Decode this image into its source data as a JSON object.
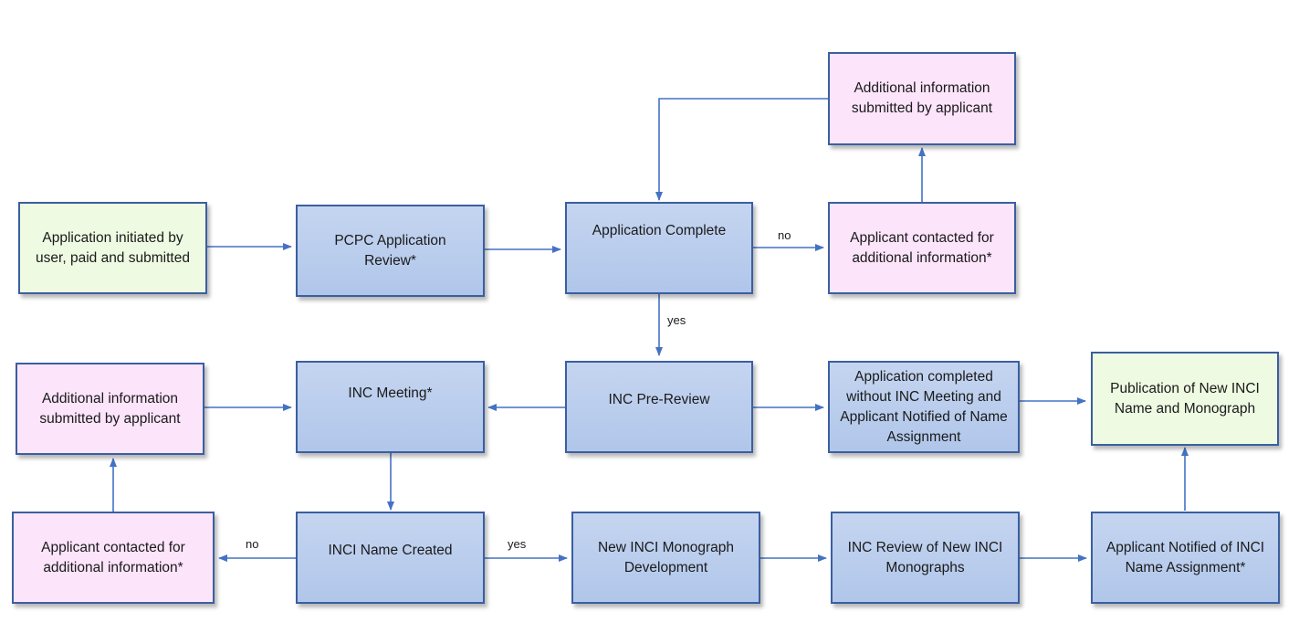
{
  "colors": {
    "process": "#b9cced",
    "contact": "#fce4fa",
    "endpoint": "#eefbe2",
    "line": "#4472c4",
    "border": "#3a5fa0"
  },
  "nodes": {
    "app_initiated": "Application initiated by user, paid and submitted",
    "pcpc_review": "PCPC Application Review*",
    "app_complete": "Application Complete",
    "contact_top": "Applicant contacted for additional information*",
    "info_top": "Additional information submitted by applicant",
    "inc_prereview": "INC Pre-Review",
    "inc_meeting": "INC Meeting*",
    "info_left": "Additional information submitted by applicant",
    "completed_without": "Application completed without INC Meeting and Applicant Notified of Name Assignment",
    "publication": "Publication of New INCI Name and Monograph",
    "contact_left": "Applicant contacted for additional information*",
    "inci_created": "INCI Name Created",
    "monograph_dev": "New INCI Monograph Development",
    "inc_review": "INC Review of New INCI Monographs",
    "applicant_notified": "Applicant Notified of INCI Name Assignment*"
  },
  "edge_labels": {
    "no_top": "no",
    "yes_mid": "yes",
    "no_bottom": "no",
    "yes_bottom": "yes"
  }
}
